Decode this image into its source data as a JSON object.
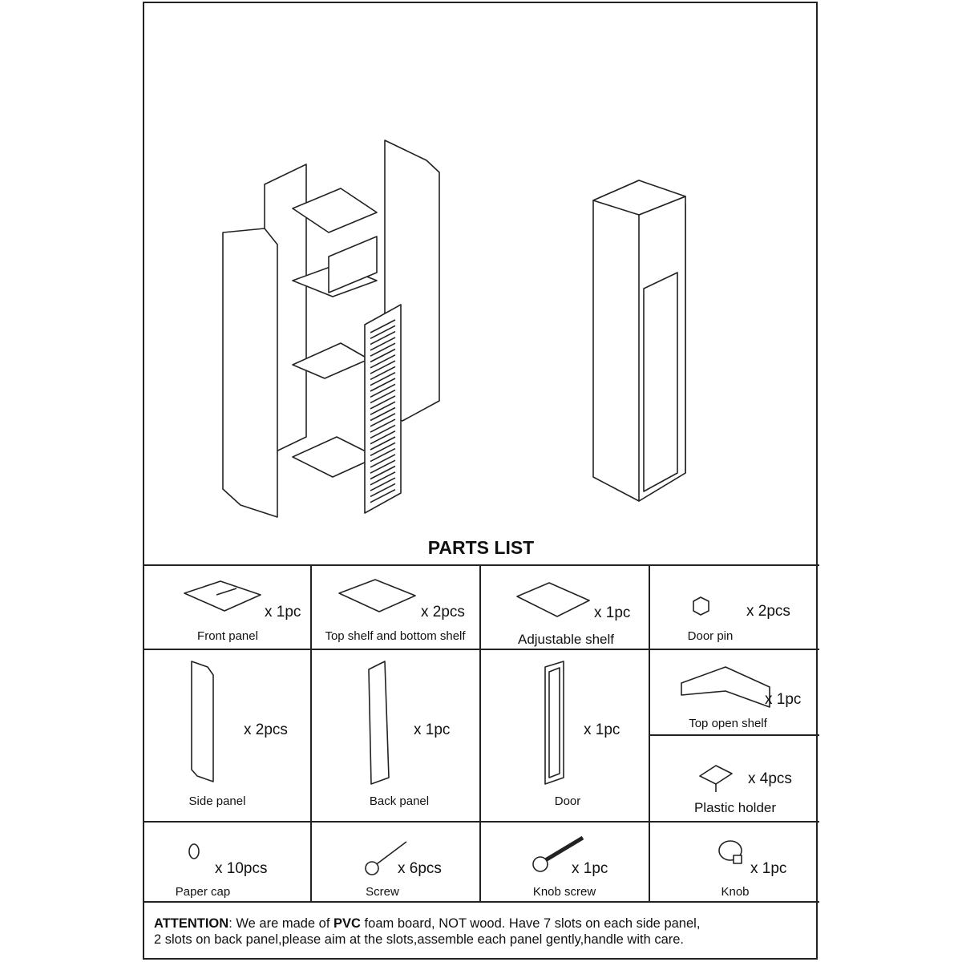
{
  "title": "PARTS LIST",
  "parts": [
    {
      "name": "Front panel",
      "qty": "x 1pc",
      "icon": "front-panel"
    },
    {
      "name": "Top shelf and bottom shelf",
      "qty": "x 2pcs",
      "icon": "shelf"
    },
    {
      "name": "Adjustable shelf",
      "qty": "x 1pc",
      "icon": "adjustable-shelf"
    },
    {
      "name": "Door pin",
      "qty": "x 2pcs",
      "icon": "door-pin"
    },
    {
      "name": "Side panel",
      "qty": "x 2pcs",
      "icon": "side-panel"
    },
    {
      "name": "Back panel",
      "qty": "x 1pc",
      "icon": "back-panel"
    },
    {
      "name": "Door",
      "qty": "x 1pc",
      "icon": "door"
    },
    {
      "name": "Top open shelf",
      "qty": "x 1pc",
      "icon": "top-open-shelf"
    },
    {
      "name": "Plastic holder",
      "qty": "x 4pcs",
      "icon": "plastic-holder"
    },
    {
      "name": "Paper cap",
      "qty": "x 10pcs",
      "icon": "paper-cap"
    },
    {
      "name": "Screw",
      "qty": "x 6pcs",
      "icon": "screw"
    },
    {
      "name": "Knob screw",
      "qty": "x 1pc",
      "icon": "knob-screw"
    },
    {
      "name": "Knob",
      "qty": "x 1pc",
      "icon": "knob"
    }
  ],
  "attention": {
    "label": "ATTENTION",
    "t1": ": We are made of ",
    "bold": "PVC",
    "t2": " foam board, NOT wood. Have 7 slots on each side panel,",
    "line2": "2 slots on back panel,please aim at the slots,assemble each panel gently,handle with care."
  }
}
